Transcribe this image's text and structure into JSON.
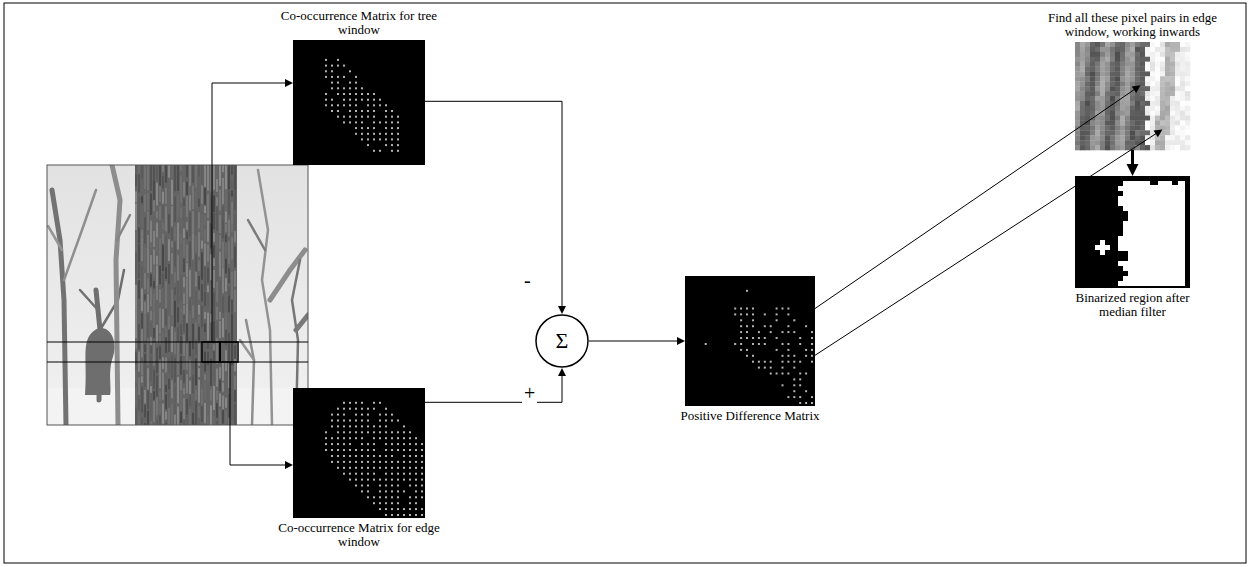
{
  "diagram": {
    "nodes": [
      {
        "text": [
          "Co-occurrence Matrix for tree window"
        ]
      },
      {
        "text": [
          "Co-occurrence Matrix for edge window"
        ]
      },
      {
        "text": [
          "Σ"
        ]
      },
      {
        "text": [
          "Positive Difference Matrix"
        ]
      },
      {
        "text": [
          "Find all these pixel pairs in edge window, working inwards"
        ]
      },
      {
        "text": [
          "Binarized region after median filter"
        ]
      }
    ],
    "edges": [
      {
        "from": 0,
        "to": 2,
        "arrow": "to",
        "label": "-"
      },
      {
        "from": 1,
        "to": 2,
        "arrow": "to",
        "label": "+"
      },
      {
        "from": 2,
        "to": 3,
        "arrow": "to"
      },
      {
        "from": 3,
        "to": 4,
        "arrow": "to"
      },
      {
        "from": 3,
        "to": 4,
        "arrow": "to"
      },
      {
        "from": 4,
        "to": 5,
        "arrow": "to"
      }
    ]
  }
}
